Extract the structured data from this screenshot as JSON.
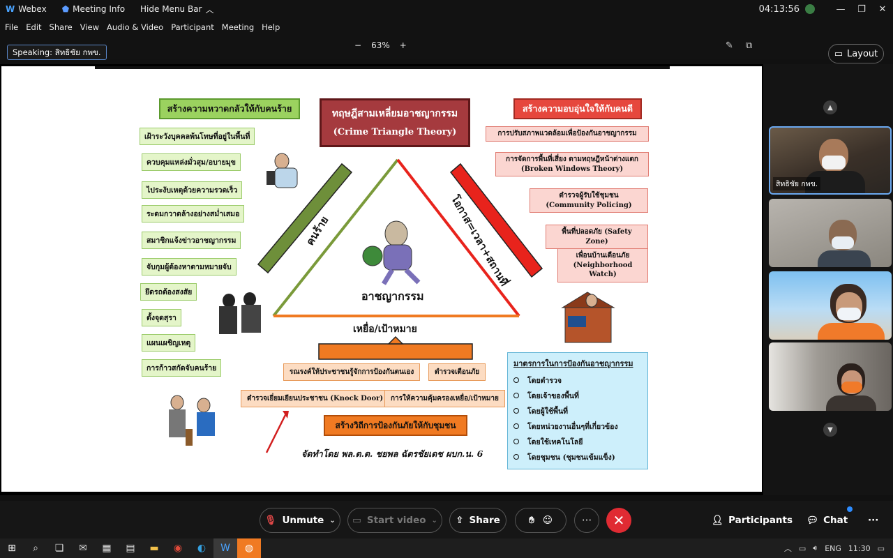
{
  "titlebar": {
    "app": "Webex",
    "meeting_info": "Meeting Info",
    "hide_menu": "Hide Menu Bar",
    "clock": "04:13:56"
  },
  "menu": [
    "File",
    "Edit",
    "Share",
    "View",
    "Audio & Video",
    "Participant",
    "Meeting",
    "Help"
  ],
  "viewer": {
    "speaking": "Speaking: สิทธิชัย กพข.",
    "zoom": "63%",
    "layout": "Layout"
  },
  "slide": {
    "title1": "ทฤษฎีสามเหลี่ยมอาชญากรรม",
    "title2": "(Crime Triangle Theory)",
    "left_header": "สร้างความหวาดกลัวให้กับคนร้าย",
    "left_items": [
      "เฝ้าระวังบุคคลพ้นโทษที่อยู่ในพื้นที่",
      "ควบคุมแหล่งมั่วสุม/อบายมุข",
      "ไประงับเหตุด้วยความรวดเร็ว",
      "ระดมกวาดล้างอย่างสม่ำเสมอ",
      "สมาชิกแจ้งข่าวอาชญากรรม",
      "จับกุมผู้ต้องหาตามหมายจับ",
      "ยึดรถต้องสงสัย",
      "ตั้งจุดสุรา",
      "แผนเผชิญเหตุ",
      "การก้าวสกัดจับคนร้าย"
    ],
    "right_header": "สร้างความอบอุ่นใจให้กับคนดี",
    "right_items": [
      {
        "l1": "การปรับสภาพแวดล้อมเพื่อป้องกันอาชญากรรม",
        "l2": ""
      },
      {
        "l1": "การจัดการพื้นที่เสี่ยง ตามทฤษฎีหน้าต่างแตก",
        "l2": "(Broken Windows Theory)"
      },
      {
        "l1": "ตำรวจผู้รับใช้ชุมชน",
        "l2": "(Community Policing)"
      },
      {
        "l1": "พื้นที่ปลอดภัย (Safety Zone)",
        "l2": ""
      },
      {
        "l1": "เพื่อนบ้านเตือนภัย",
        "l2": "(Neighborhood Watch)"
      }
    ],
    "offender": "คนร้าย",
    "opportunity": "โอกาส=เวลา+สถานที่",
    "crime": "อาชญากรรม",
    "victim": "เหยื่อ/เป้าหมาย",
    "bottom_items": [
      "รณรงค์ให้ประชาชนรู้จักการป้องกันตนเอง",
      "ตำรวจเตือนภัย",
      "ตำรวจเยี่ยมเยียนประชาชน (Knock Door)",
      "การให้ความคุ้มครองเหยื่อ/เป้าหมาย"
    ],
    "bottom_header": "สร้างวิถีการป้องกันภัยให้กับชุมชน",
    "credit": "จัดทำโดย พล.ต.ต. ชยพล ฉัตรชัยเดช  ผบก.น. 6",
    "measures_header": "มาตรการในการป้องกันอาชญากรรม",
    "measures": [
      "โดยตำรวจ",
      "โดยเจ้าของพื้นที่",
      "โดยผู้ใช้พื้นที่",
      "โดยหน่วยงานอื่นๆที่เกี่ยวข้อง",
      "โดยใช้เทคโนโลยี",
      "โดยชุมชน (ชุมชนเข้มแข็ง)"
    ]
  },
  "participants": [
    {
      "name": "สิทธิชัย กพข."
    }
  ],
  "controls": {
    "unmute": "Unmute",
    "start_video": "Start video",
    "share": "Share",
    "participants": "Participants",
    "chat": "Chat"
  },
  "taskbar": {
    "lang": "ENG",
    "time": "11:30"
  },
  "colors": {
    "end": "#e02b33",
    "accent": "#5a86c8"
  }
}
